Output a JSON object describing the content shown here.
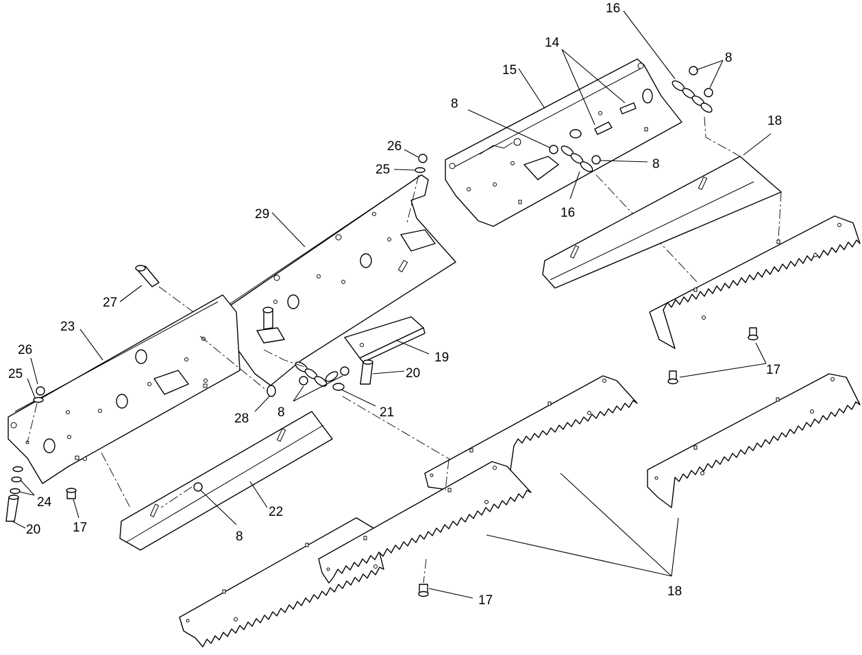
{
  "diagram": {
    "callouts": [
      {
        "id": "c16a",
        "text": "16"
      },
      {
        "id": "c14",
        "text": "14"
      },
      {
        "id": "c8a",
        "text": "8"
      },
      {
        "id": "c15",
        "text": "15"
      },
      {
        "id": "c8b",
        "text": "8"
      },
      {
        "id": "c18a",
        "text": "18"
      },
      {
        "id": "c8c",
        "text": "8"
      },
      {
        "id": "c16b",
        "text": "16"
      },
      {
        "id": "c26a",
        "text": "26"
      },
      {
        "id": "c25a",
        "text": "25"
      },
      {
        "id": "c29",
        "text": "29"
      },
      {
        "id": "c27",
        "text": "27"
      },
      {
        "id": "c23",
        "text": "23"
      },
      {
        "id": "c26b",
        "text": "26"
      },
      {
        "id": "c25b",
        "text": "25"
      },
      {
        "id": "c19",
        "text": "19"
      },
      {
        "id": "c20a",
        "text": "20"
      },
      {
        "id": "c17a",
        "text": "17"
      },
      {
        "id": "c28",
        "text": "28"
      },
      {
        "id": "c8d",
        "text": "8"
      },
      {
        "id": "c21",
        "text": "21"
      },
      {
        "id": "c24",
        "text": "24"
      },
      {
        "id": "c20b",
        "text": "20"
      },
      {
        "id": "c17b",
        "text": "17"
      },
      {
        "id": "c22",
        "text": "22"
      },
      {
        "id": "c8e",
        "text": "8"
      },
      {
        "id": "c18b",
        "text": "18"
      },
      {
        "id": "c17c",
        "text": "17"
      }
    ]
  }
}
